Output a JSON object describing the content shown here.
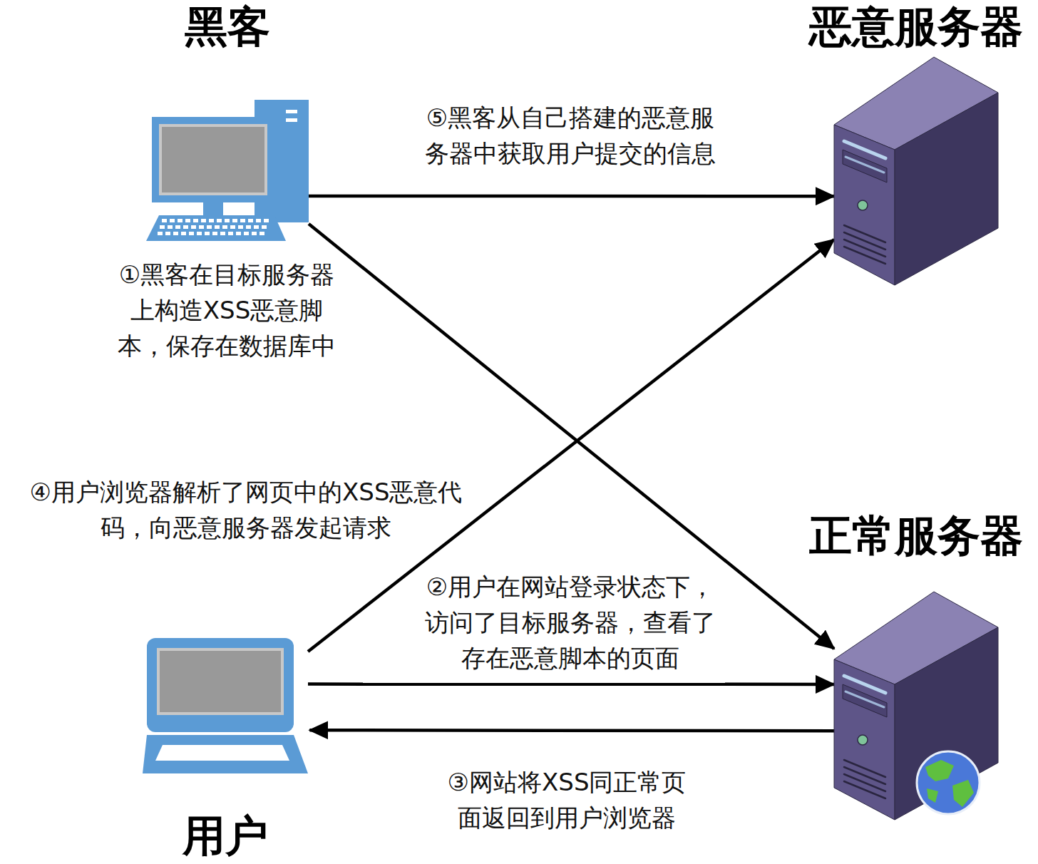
{
  "diagram": {
    "nodes": [
      {
        "text": [
          "黑客"
        ]
      },
      {
        "text": [
          "恶意服务器"
        ]
      },
      {
        "text": [
          "正常服务器"
        ]
      },
      {
        "text": [
          "用户"
        ]
      }
    ],
    "edges": [
      {
        "from": 0,
        "to": 2,
        "arrow": "to",
        "label": "①黑客在目标服务器 上构造XSS恶意脚 本，保存在数据库中"
      },
      {
        "from": 3,
        "to": 2,
        "arrow": "to",
        "label": "②用户在网站登录状态下， 访问了目标服务器，查看了 存在恶意脚本的页面"
      },
      {
        "from": 2,
        "to": 3,
        "arrow": "to",
        "label": "③网站将XSS同正常页 面返回到用户浏览器"
      },
      {
        "from": 3,
        "to": 1,
        "arrow": "to",
        "label": "④用户浏览器解析了网页中的XSS恶意代 码，向恶意服务器发起请求"
      },
      {
        "from": 0,
        "to": 1,
        "arrow": "to",
        "label": "⑤黑客从自己搭建的恶意服 务器中获取用户提交的信息"
      }
    ]
  }
}
